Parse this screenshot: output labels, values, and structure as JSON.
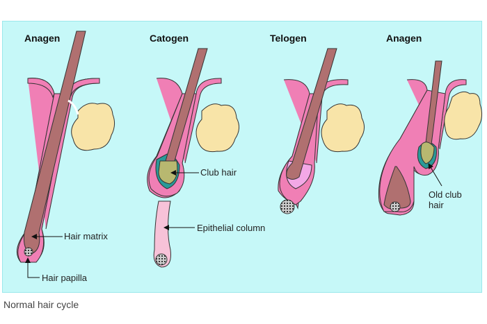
{
  "stages": [
    "Anagen",
    "Catogen",
    "Telogen",
    "Anagen"
  ],
  "labels": {
    "hair_matrix": "Hair matrix",
    "hair_papilla": "Hair papilla",
    "club_hair": "Club hair",
    "epithelial_column": "Epithelial column",
    "old_club_hair_1": "Old club",
    "old_club_hair_2": "hair"
  },
  "caption": "Normal hair cycle",
  "colors": {
    "background": "#c6f8f8",
    "sheath": "#f07fb5",
    "shaft": "#b07070",
    "gland": "#f8e4a8",
    "club": "#b8b870",
    "teal": "#2a9a98"
  }
}
